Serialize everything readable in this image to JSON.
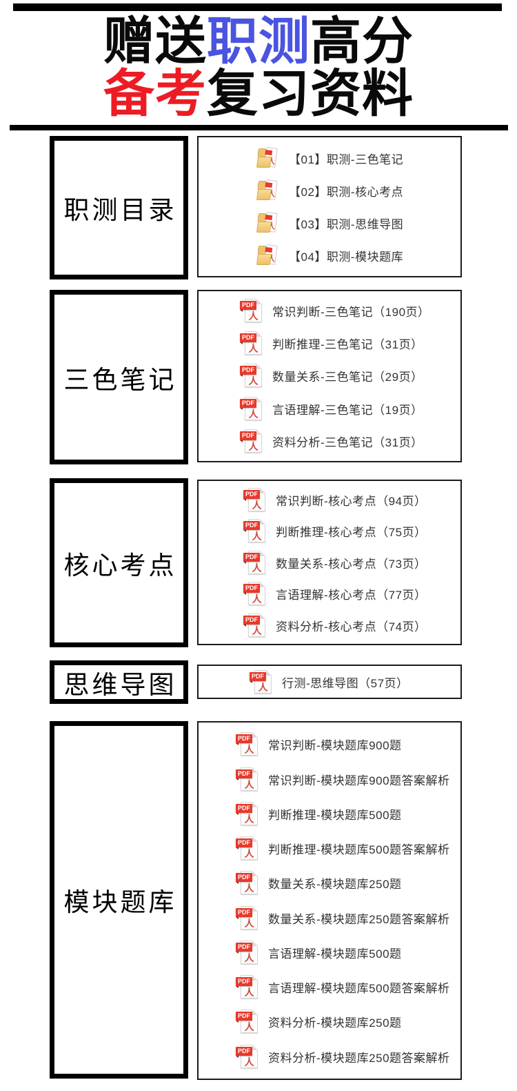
{
  "colors": {
    "title_blue": "#4a54e0",
    "title_red": "#ed1c24",
    "pdf_icon_red": "#e8392b",
    "bar_black": "#000000"
  },
  "title": {
    "line1": {
      "prefix": "赠送",
      "highlight": "职测",
      "suffix": "高分"
    },
    "line2": {
      "highlight": "备考",
      "suffix": "复习资料"
    }
  },
  "icons": {
    "pdf_badge": "PDF",
    "folder_icon_name": "folder-pdf-icon",
    "pdf_icon_name": "pdf-file-icon"
  },
  "sections": [
    {
      "id": "catalog",
      "label": "职测目录",
      "items": [
        "【01】职测-三色笔记",
        "【02】职测-核心考点",
        "【03】职测-思维导图",
        "【04】职测-模块题库"
      ]
    },
    {
      "id": "three-color-notes",
      "label": "三色笔记",
      "items": [
        "常识判断-三色笔记（190页）",
        "判断推理-三色笔记（31页）",
        "数量关系-三色笔记（29页）",
        "言语理解-三色笔记（19页）",
        "资料分析-三色笔记（31页）"
      ]
    },
    {
      "id": "core-points",
      "label": "核心考点",
      "items": [
        "常识判断-核心考点（94页）",
        "判断推理-核心考点（75页）",
        "数量关系-核心考点（73页）",
        "言语理解-核心考点（77页）",
        "资料分析-核心考点（74页）"
      ]
    },
    {
      "id": "mind-map",
      "label": "思维导图",
      "items": [
        "行测-思维导图（57页）"
      ]
    },
    {
      "id": "question-bank",
      "label": "模块题库",
      "items": [
        "常识判断-模块题库900题",
        "常识判断-模块题库900题答案解析",
        "判断推理-模块题库500题",
        "判断推理-模块题库500题答案解析",
        "数量关系-模块题库250题",
        "数量关系-模块题库250题答案解析",
        "言语理解-模块题库500题",
        "言语理解-模块题库500题答案解析",
        "资料分析-模块题库250题",
        "资料分析-模块题库250题答案解析"
      ]
    }
  ]
}
